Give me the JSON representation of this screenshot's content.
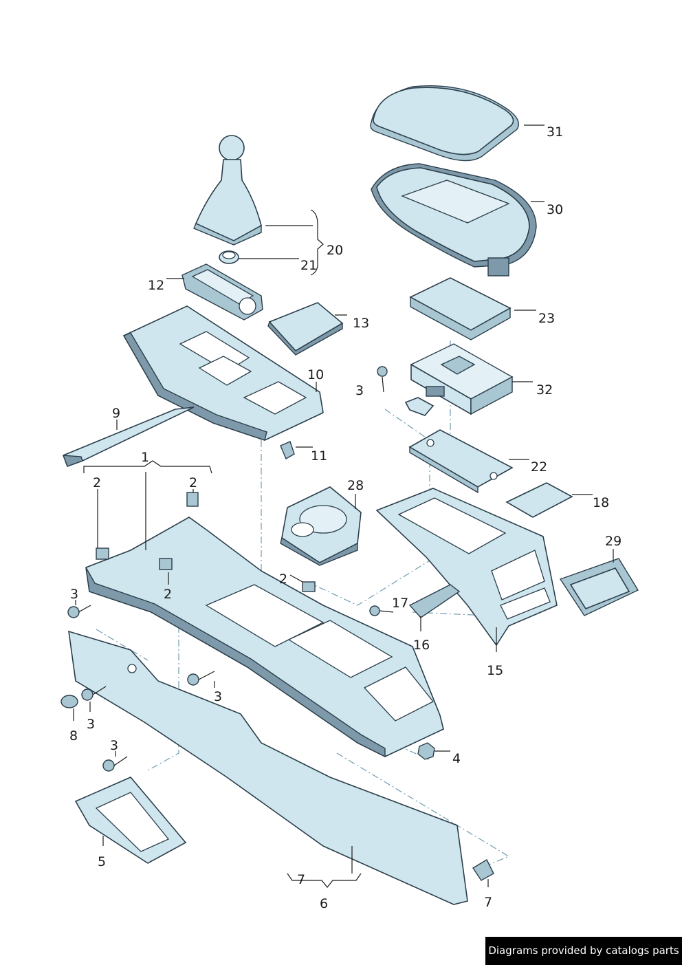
{
  "callouts": {
    "c31": "31",
    "c30": "30",
    "c20": "20",
    "c21": "21",
    "c12": "12",
    "c13": "13",
    "c23": "23",
    "c10": "10",
    "c3a": "3",
    "c32": "32",
    "c9": "9",
    "c11": "11",
    "c22": "22",
    "c1": "1",
    "c2a": "2",
    "c2b": "2",
    "c28": "28",
    "c18": "18",
    "c29": "29",
    "c2c": "2",
    "c2d": "2",
    "c3b": "3",
    "c17": "17",
    "c16": "16",
    "c15": "15",
    "c3c": "3",
    "c3d": "3",
    "c8": "8",
    "c3e": "3",
    "c4": "4",
    "c5": "5",
    "c7a": "7",
    "c6": "6",
    "c7b": "7"
  },
  "credit": "Diagrams provided by catalogs parts",
  "colors": {
    "part_fill": "#cfe6ee",
    "part_shade": "#7e9aaa",
    "outline": "#2a3d4a",
    "line": "#1a1a1a"
  }
}
